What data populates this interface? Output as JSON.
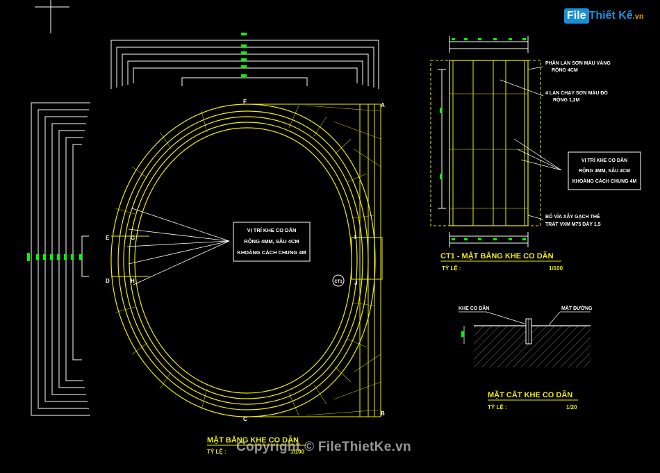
{
  "watermark": {
    "logo_main": "File",
    "logo_rest": "Thiết Kế",
    "logo_suffix": ".vn",
    "copyright": "Copyright © FileThietKe.vn"
  },
  "plan": {
    "title": "MẶT BẰNG KHE CO DÃN",
    "scale_label": "TỶ LỆ :",
    "scale_value": "1/100",
    "note_lines": [
      "VỊ TRÍ KHE CO DÃN",
      "RỘNG 4MM, SÂU 4CM",
      "KHOẢNG CÁCH CHUNG 4M"
    ],
    "point_labels": {
      "F": "F",
      "A": "A",
      "B": "B",
      "C": "C",
      "E": "E",
      "D": "D",
      "G": "G",
      "H": "H",
      "I": "I",
      "J": "J"
    },
    "marker": "CT1"
  },
  "detail": {
    "title": "CT1 - MẶT BẰNG KHE CO DÃN",
    "scale_label": "TỶ LỆ :",
    "scale_value": "1/100",
    "note1": [
      "PHẦN LÀN SƠN MÀU VÀNG",
      "RỘNG 4CM"
    ],
    "note2": [
      "4 LÀN CHẠY SƠN MÀU ĐỎ",
      "RỘNG 1,2M"
    ],
    "note3": [
      "VỊ TRÍ KHE CO DÃN",
      "RỘNG 4MM, SÂU 4CM",
      "KHOẢNG CÁCH CHUNG 4M"
    ],
    "note4": [
      "BÓ VỈA XÂY GẠCH THẺ",
      "TRÁT VXM M75 DÀY 1,5"
    ]
  },
  "section": {
    "title": "MẶT CẮT KHE CO DÃN",
    "scale_label": "TỶ LỆ :",
    "scale_value": "1/20",
    "label_left": "KHE CO DÃN",
    "label_right": "MẶT ĐƯỜNG"
  },
  "colors": {
    "background": "#000000",
    "linework": "#f0f000",
    "dimension": "#ffffff",
    "dim_text": "#00ff00"
  }
}
